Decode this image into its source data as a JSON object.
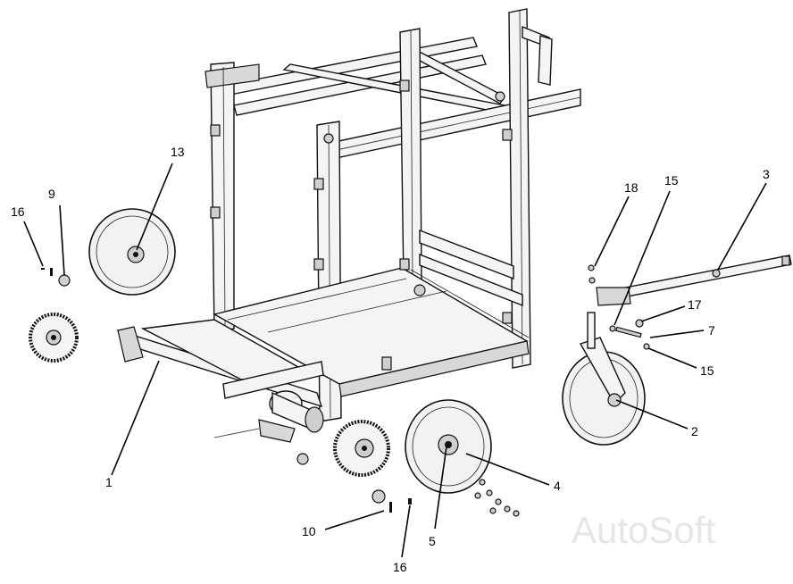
{
  "diagram": {
    "callouts": [
      {
        "id": "c1",
        "label": "1"
      },
      {
        "id": "c2",
        "label": "2"
      },
      {
        "id": "c3",
        "label": "3"
      },
      {
        "id": "c4",
        "label": "4"
      },
      {
        "id": "c5",
        "label": "5"
      },
      {
        "id": "c7",
        "label": "7"
      },
      {
        "id": "c9",
        "label": "9"
      },
      {
        "id": "c10",
        "label": "10"
      },
      {
        "id": "c13",
        "label": "13"
      },
      {
        "id": "c15a",
        "label": "15"
      },
      {
        "id": "c15b",
        "label": "15"
      },
      {
        "id": "c16a",
        "label": "16"
      },
      {
        "id": "c16b",
        "label": "16"
      },
      {
        "id": "c17",
        "label": "17"
      },
      {
        "id": "c18",
        "label": "18"
      }
    ]
  },
  "watermark": {
    "text": "AutoSoft"
  }
}
